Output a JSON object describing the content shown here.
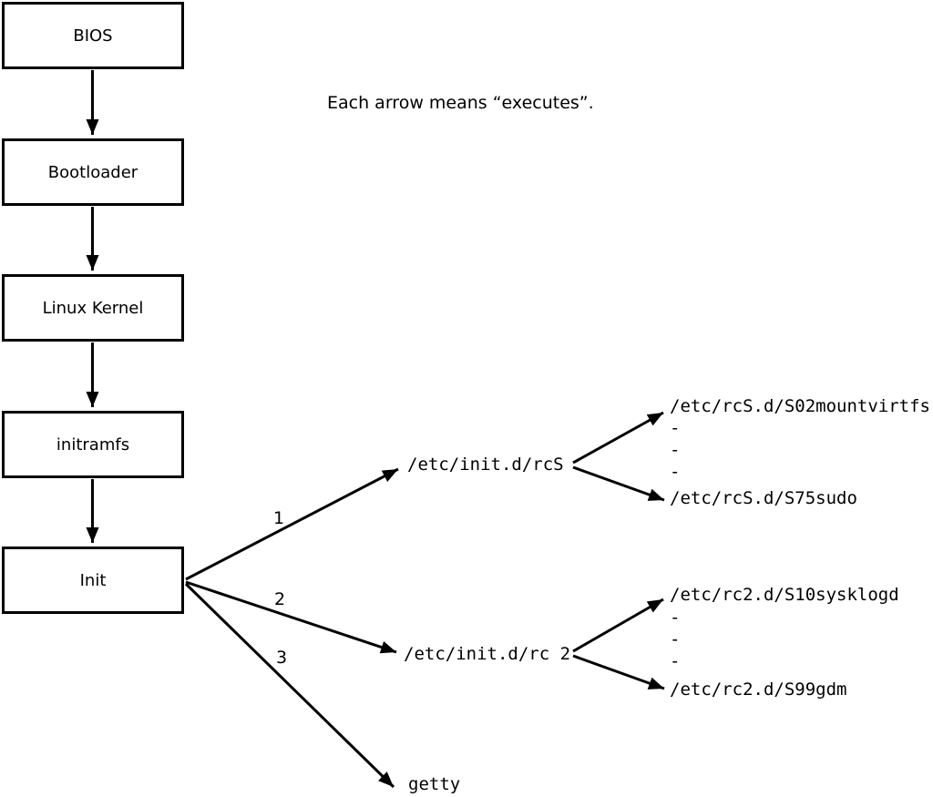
{
  "note": "Each arrow means “executes”.",
  "flow": {
    "boxes": [
      {
        "label": "BIOS"
      },
      {
        "label": "Bootloader"
      },
      {
        "label": "Linux Kernel"
      },
      {
        "label": "initramfs"
      },
      {
        "label": "Init"
      }
    ]
  },
  "branch_labels": [
    "1",
    "2",
    "3"
  ],
  "nodes": {
    "rcs": {
      "label": "/etc/init.d/rcS",
      "children": [
        "/etc/rcS.d/S02mountvirtfs",
        "-",
        "-",
        "-",
        "/etc/rcS.d/S75sudo"
      ]
    },
    "rc2": {
      "label": "/etc/init.d/rc 2",
      "children": [
        "/etc/rc2.d/S10sysklogd",
        "-",
        "-",
        "-",
        "/etc/rc2.d/S99gdm"
      ]
    },
    "getty": {
      "label": "getty"
    }
  },
  "colors": {
    "ink": "#000000",
    "background": "#ffffff"
  }
}
